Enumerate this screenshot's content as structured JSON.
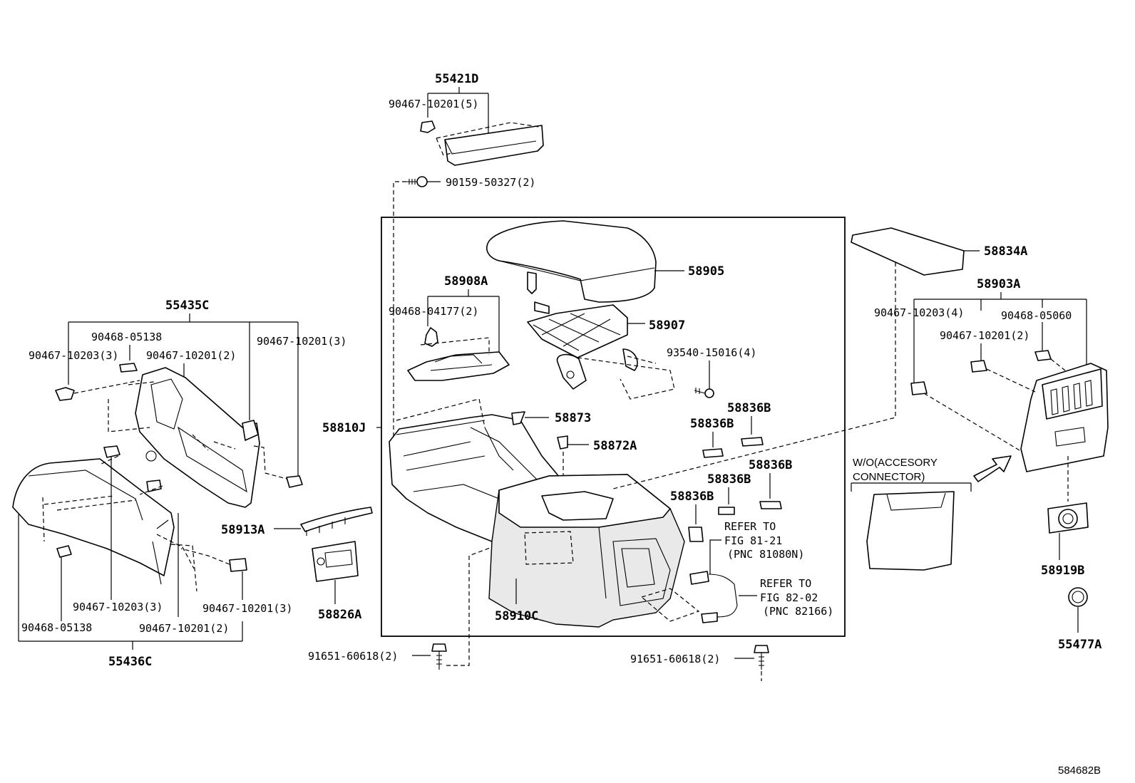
{
  "diagram": {
    "top_group": {
      "title": "55421D",
      "clip": "90467-10201(5)",
      "screw": "90159-50327(2)"
    },
    "console_box_label": "58810J",
    "armrest": {
      "lid": "58905",
      "hinge": "58907",
      "mat_group": "58908A",
      "mat_clip": "90468-04177(2)",
      "screw": "93540-15016(4)"
    },
    "parts": {
      "p58873": "58873",
      "p58872A": "58872A",
      "p58836B_1": "58836B",
      "p58836B_2": "58836B",
      "p58836B_3": "58836B",
      "p58836B_4": "58836B",
      "p58836B_5": "58836B",
      "p58910C": "58910C",
      "p58913A": "58913A",
      "p58826A": "58826A"
    },
    "refer1": {
      "line1": "REFER TO",
      "line2": "FIG 81-21",
      "line3": "(PNC 81080N)"
    },
    "refer2": {
      "line1": "REFER TO",
      "line2": "FIG 82-02",
      "line3": "(PNC 82166)"
    },
    "bolts": {
      "left": "91651-60618(2)",
      "right": "91651-60618(2)"
    },
    "left_upper": {
      "title": "55435C",
      "clip_a": "90468-05138",
      "clip_b": "90467-10203(3)",
      "clip_c": "90467-10201(2)",
      "clip_d": "90467-10201(3)"
    },
    "left_lower": {
      "title": "55436C",
      "clip_a": "90468-05138",
      "clip_b": "90467-10203(3)",
      "clip_c": "90467-10201(2)",
      "clip_d": "90467-10201(3)"
    },
    "right_group": {
      "mat": "58834A",
      "title": "58903A",
      "clip_a": "90467-10203(4)",
      "clip_b": "90468-05060",
      "clip_c": "90467-10201(2)",
      "wo_line1": "W/O(ACCESORY",
      "wo_line2": "CONNECTOR)",
      "ring": "58919B",
      "cap": "55477A"
    },
    "figure_id": "584682B"
  }
}
